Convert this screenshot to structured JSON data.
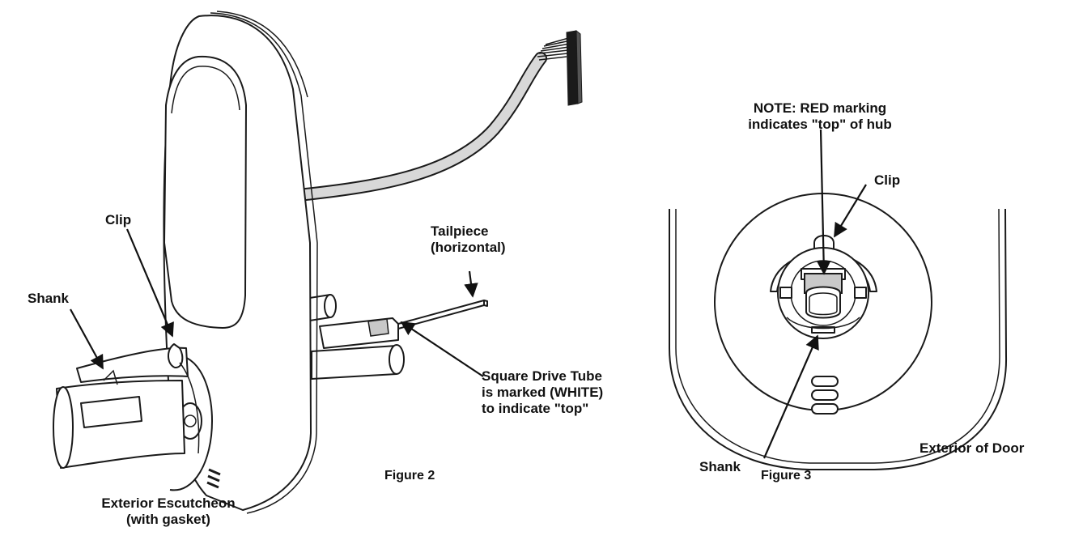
{
  "figure2": {
    "caption": "Figure 2",
    "labels": {
      "clip": "Clip",
      "shank": "Shank",
      "tailpiece": "Tailpiece\n(horizontal)",
      "square_drive_tube": "Square Drive Tube\nis marked (WHITE)\nto indicate \"top\"",
      "exterior_escutcheon": "Exterior Escutcheon\n(with gasket)"
    }
  },
  "figure3": {
    "caption": "Figure 3",
    "labels": {
      "note": "NOTE: RED marking\nindicates \"top\" of hub",
      "clip": "Clip",
      "shank": "Shank",
      "exterior_of_door": "Exterior of Door"
    }
  }
}
